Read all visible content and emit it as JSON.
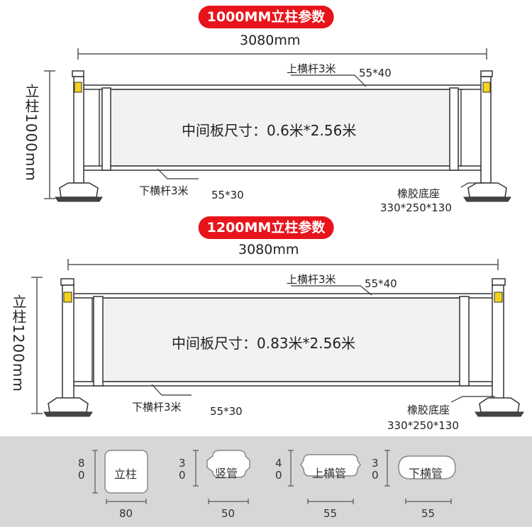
{
  "sections": [
    {
      "title": "1000MM立柱参数",
      "width_label": "3080mm",
      "height_label": "立柱1000mm",
      "top_rail_label": "上横杆3米",
      "top_rail_size": "55*40",
      "panel_label": "中间板尺寸：0.6米*2.56米",
      "bottom_rail_label": "下横杆3米",
      "bottom_rail_size": "55*30",
      "base_label": "橡胶底座",
      "base_size": "330*250*130"
    },
    {
      "title": "1200MM立柱参数",
      "width_label": "3080mm",
      "height_label": "立柱1200mm",
      "top_rail_label": "上横杆3米",
      "top_rail_size": "55*40",
      "panel_label": "中间板尺寸：0.83米*2.56米",
      "bottom_rail_label": "下横杆3米",
      "bottom_rail_size": "55*30",
      "base_label": "橡胶底座",
      "base_size": "330*250*130"
    }
  ],
  "profiles": [
    {
      "name": "立柱",
      "height": "8\n0",
      "width": "80"
    },
    {
      "name": "竖管",
      "height": "3\n0",
      "width": "50"
    },
    {
      "name": "上横管",
      "height": "4\n0",
      "width": "55"
    },
    {
      "name": "下横管",
      "height": "3\n0",
      "width": "55"
    }
  ],
  "colors": {
    "title_pill": "#e8141b",
    "reflector": "#f3d21c",
    "panel": "#f2f2f2",
    "bottom_band": "#d7d7d7"
  }
}
